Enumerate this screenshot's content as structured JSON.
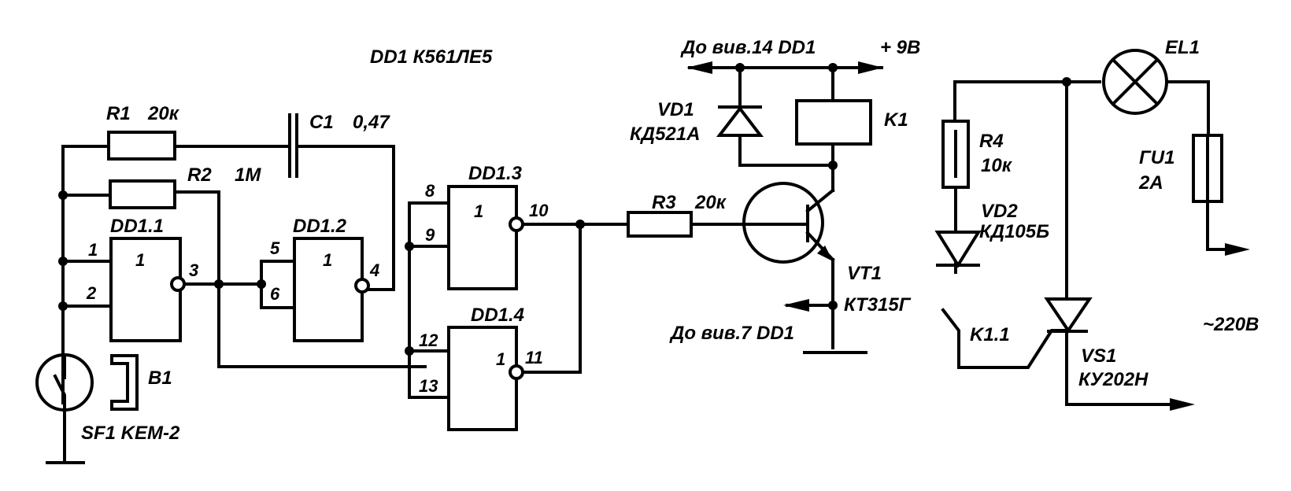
{
  "title": "DD1  К561ЛЕ5",
  "components": {
    "R1": {
      "ref": "R1",
      "value": "20к"
    },
    "R2": {
      "ref": "R2",
      "value": "1M"
    },
    "R3": {
      "ref": "R3",
      "value": "20к"
    },
    "R4": {
      "ref": "R4",
      "value": "10к"
    },
    "C1": {
      "ref": "C1",
      "value": "0,47"
    },
    "VD1": {
      "ref": "VD1",
      "value": "КД521А"
    },
    "VD2": {
      "ref": "VD2",
      "value": "КД105Б"
    },
    "VT1": {
      "ref": "VT1",
      "value": "КТ315Г"
    },
    "VS1": {
      "ref": "VS1",
      "value": "КУ202Н"
    },
    "K1": {
      "ref": "K1"
    },
    "K1_1": {
      "ref": "K1.1"
    },
    "EL1": {
      "ref": "EL1"
    },
    "FU1": {
      "ref": "ГU1",
      "value": "2A"
    },
    "B1": {
      "ref": "B1"
    },
    "SF1": {
      "ref": "SF1  KEM-2"
    }
  },
  "gates": [
    {
      "ref": "DD1.1",
      "symbol": "1",
      "in_a": "1",
      "in_b": "2",
      "out": "3"
    },
    {
      "ref": "DD1.2",
      "symbol": "1",
      "in_a": "5",
      "in_b": "6",
      "out": "4"
    },
    {
      "ref": "DD1.3",
      "symbol": "1",
      "in_a": "8",
      "in_b": "9",
      "out": "10"
    },
    {
      "ref": "DD1.4",
      "symbol": "1",
      "in_a": "12",
      "in_b": "13",
      "out": "11"
    }
  ],
  "power": {
    "pin14": "До вив.14 DD1",
    "pin7": "До вив.7 DD1",
    "supply": "+ 9В",
    "mains": "~220В"
  }
}
